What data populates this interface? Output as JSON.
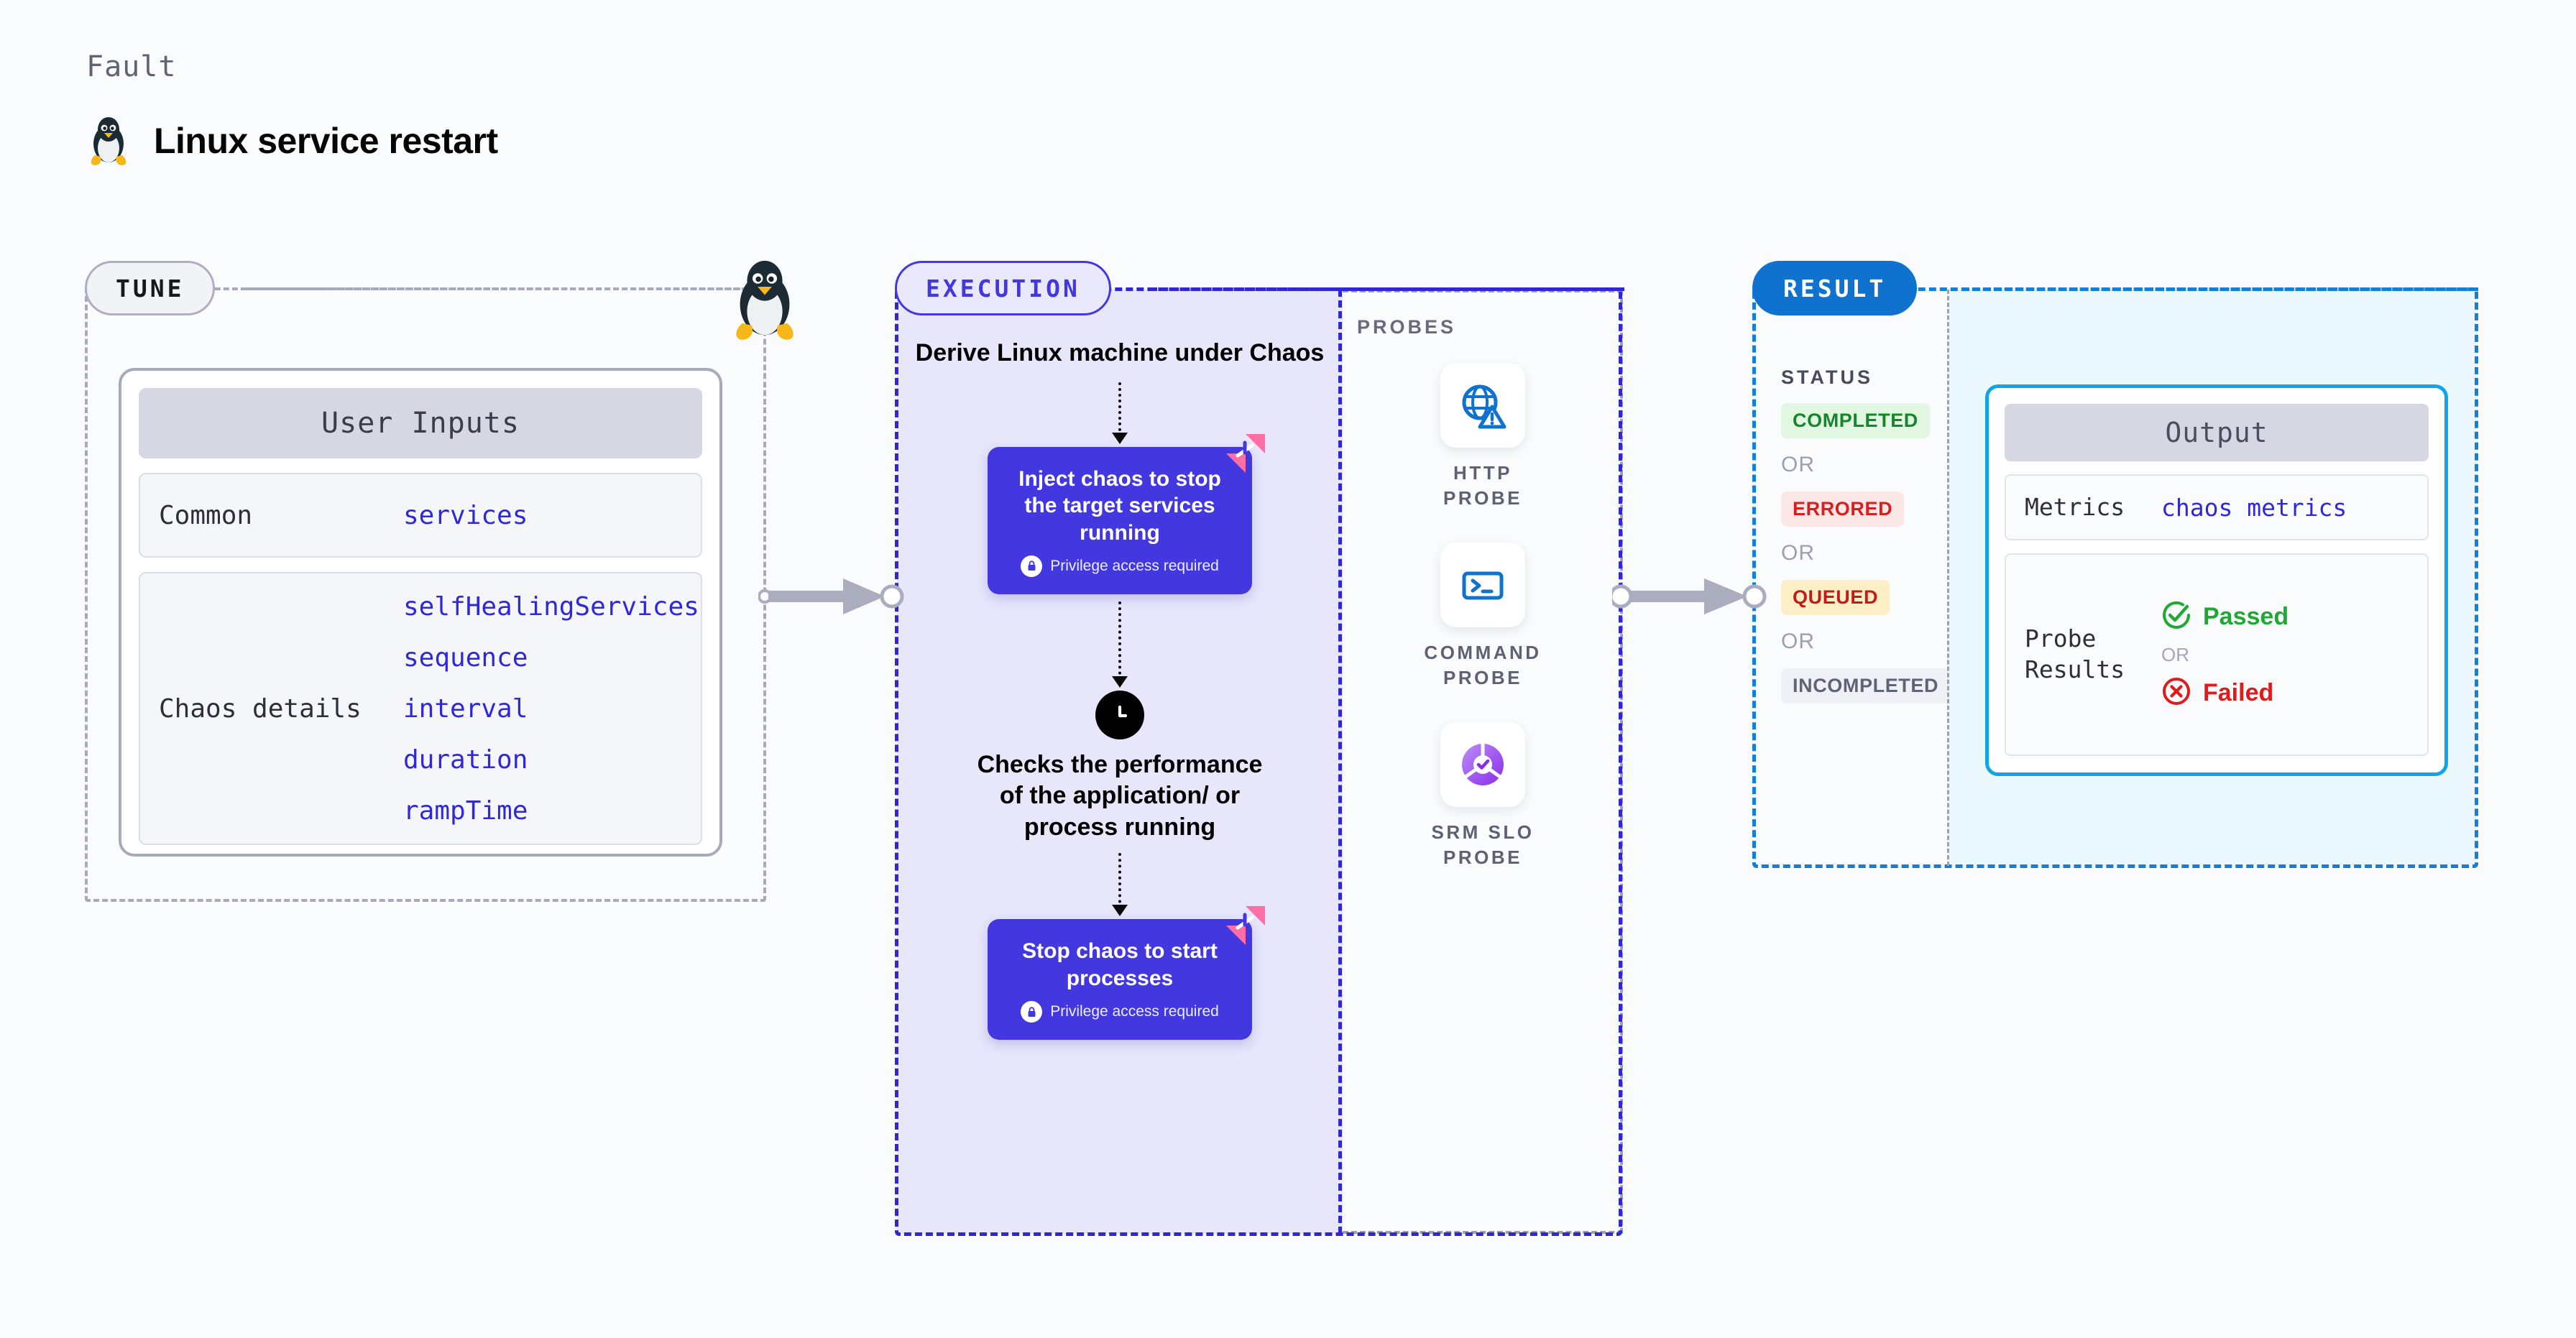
{
  "header": {
    "eyebrow": "Fault",
    "title": "Linux service restart",
    "icon": "linux-penguin-icon"
  },
  "tune": {
    "pill_label": "TUNE",
    "card_title": "User Inputs",
    "groups": [
      {
        "label": "Common",
        "params": [
          "services"
        ]
      },
      {
        "label": "Chaos details",
        "params": [
          "selfHealingServices",
          "sequence",
          "interval",
          "duration",
          "rampTime"
        ]
      }
    ]
  },
  "execution": {
    "pill_label": "EXECUTION",
    "step_derive": "Derive Linux machine under Chaos",
    "node_inject": {
      "title": "Inject chaos to stop the target services running",
      "privilege": "Privilege access required"
    },
    "step_checks": "Checks the performance of the application/ or process running",
    "node_stop": {
      "title": "Stop chaos to start processes",
      "privilege": "Privilege access required"
    }
  },
  "probes": {
    "heading": "PROBES",
    "items": [
      {
        "label": "HTTP PROBE",
        "icon": "globe-warning-icon"
      },
      {
        "label": "COMMAND PROBE",
        "icon": "terminal-icon"
      },
      {
        "label": "SRM SLO PROBE",
        "icon": "slo-donut-check-icon"
      }
    ]
  },
  "result": {
    "pill_label": "RESULT",
    "status_heading": "STATUS",
    "or_label": "OR",
    "statuses": [
      {
        "label": "COMPLETED",
        "bg": "#E2F7E2",
        "fg": "#17852B"
      },
      {
        "label": "ERRORED",
        "bg": "#FCE7E7",
        "fg": "#D61F1F"
      },
      {
        "label": "QUEUED",
        "bg": "#FCEFC6",
        "fg": "#C21B1B"
      },
      {
        "label": "INCOMPLETED",
        "bg": "#F0F1F6",
        "fg": "#5E6375"
      }
    ],
    "output": {
      "title": "Output",
      "metrics_label": "Metrics",
      "metrics_value": "chaos metrics",
      "probe_results_label": "Probe Results",
      "passed_label": "Passed",
      "failed_label": "Failed",
      "or_label": "OR"
    }
  },
  "colors": {
    "primary_purple": "#4338E0",
    "result_blue": "#0F72CE",
    "cyan_border": "#11A4E8",
    "pink_accent": "#FF6FA5",
    "passed_green": "#1FA833",
    "failed_red": "#E01B1B"
  }
}
